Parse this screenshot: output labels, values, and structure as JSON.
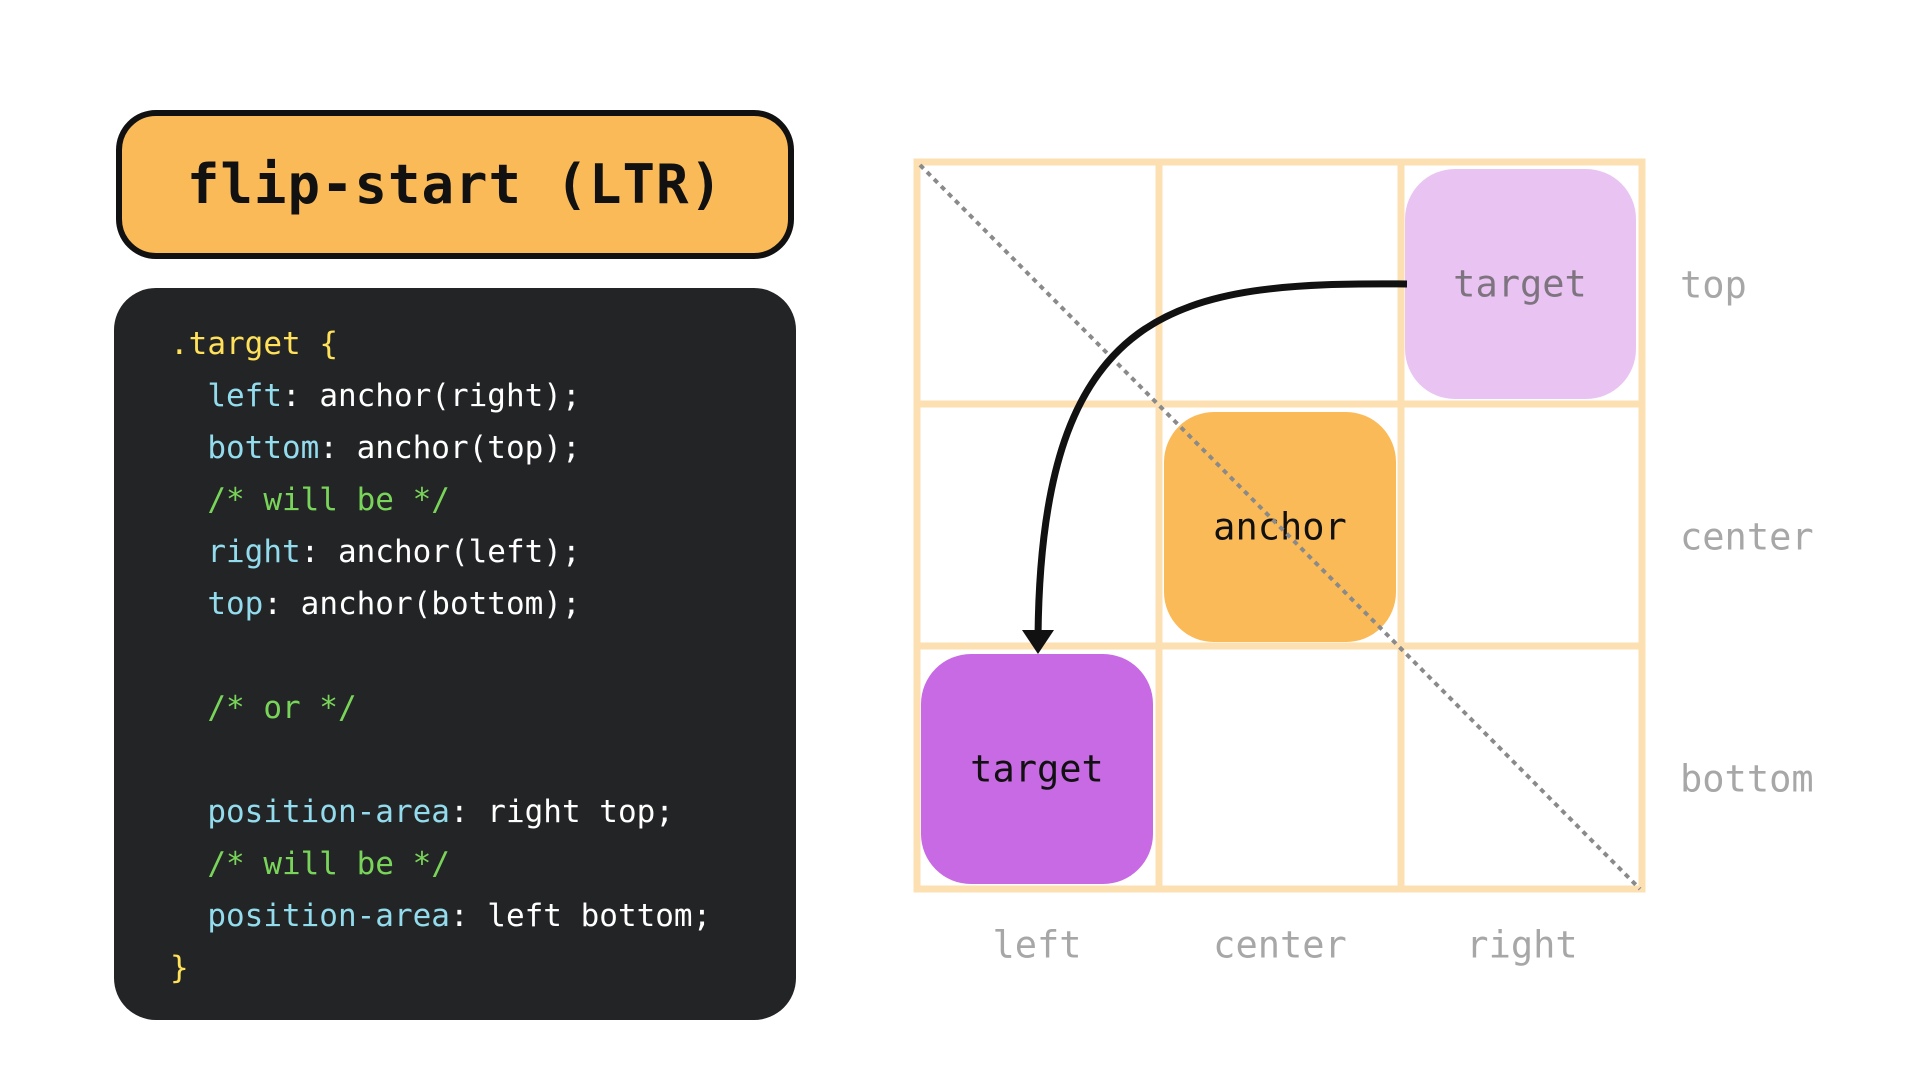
{
  "title": "flip-start (LTR)",
  "code": {
    "selector": ".target",
    "open_brace": "{",
    "close_brace": "}",
    "lines": [
      {
        "prop": "left",
        "val": "anchor(right);"
      },
      {
        "prop": "bottom",
        "val": "anchor(top);"
      },
      {
        "comment": "/* will be */"
      },
      {
        "prop": "right",
        "val": "anchor(left);"
      },
      {
        "prop": "top",
        "val": "anchor(bottom);"
      },
      {
        "blank": true
      },
      {
        "comment": "/* or */"
      },
      {
        "blank": true
      },
      {
        "prop": "position-area",
        "val": "right top;"
      },
      {
        "comment": "/* will be */"
      },
      {
        "prop": "position-area",
        "val": "left bottom;"
      }
    ]
  },
  "diagram": {
    "columns": [
      "left",
      "center",
      "right"
    ],
    "rows": [
      "top",
      "center",
      "bottom"
    ],
    "anchor_label": "anchor",
    "target_original_label": "target",
    "target_flipped_label": "target"
  },
  "colors": {
    "grid_line": "#FCE0B2",
    "anchor": "#FBBA58",
    "target_original": "#E9C4F2",
    "target_flipped": "#C96AE5",
    "arrow": "#111111",
    "diagonal": "#8A8A8A",
    "code_bg": "#232425"
  }
}
